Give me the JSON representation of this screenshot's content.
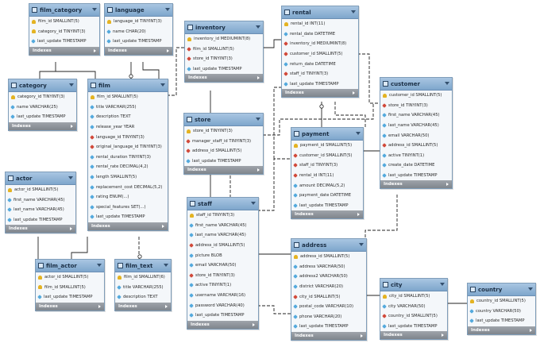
{
  "footer_label": "Indexes",
  "tables": [
    {
      "id": "film_category",
      "name": "film_category",
      "columns": [
        {
          "text": "film_id SMALLINT(5)",
          "kind": "key"
        },
        {
          "text": "category_id TINYINT(3)",
          "kind": "key"
        },
        {
          "text": "last_update TIMESTAMP",
          "kind": "col"
        }
      ]
    },
    {
      "id": "language",
      "name": "language",
      "columns": [
        {
          "text": "language_id TINYINT(3)",
          "kind": "key"
        },
        {
          "text": "name CHAR(20)",
          "kind": "col"
        },
        {
          "text": "last_update TIMESTAMP",
          "kind": "col"
        }
      ]
    },
    {
      "id": "inventory",
      "name": "inventory",
      "columns": [
        {
          "text": "inventory_id MEDIUMINT(8)",
          "kind": "key"
        },
        {
          "text": "film_id SMALLINT(5)",
          "kind": "fk"
        },
        {
          "text": "store_id TINYINT(3)",
          "kind": "fk"
        },
        {
          "text": "last_update TIMESTAMP",
          "kind": "col"
        }
      ]
    },
    {
      "id": "rental",
      "name": "rental",
      "columns": [
        {
          "text": "rental_id INT(11)",
          "kind": "key"
        },
        {
          "text": "rental_date DATETIME",
          "kind": "col"
        },
        {
          "text": "inventory_id MEDIUMINT(8)",
          "kind": "fk"
        },
        {
          "text": "customer_id SMALLINT(5)",
          "kind": "fk"
        },
        {
          "text": "return_date DATETIME",
          "kind": "col"
        },
        {
          "text": "staff_id TINYINT(3)",
          "kind": "fk"
        },
        {
          "text": "last_update TIMESTAMP",
          "kind": "col"
        }
      ]
    },
    {
      "id": "category",
      "name": "category",
      "columns": [
        {
          "text": "category_id TINYINT(3)",
          "kind": "key"
        },
        {
          "text": "name VARCHAR(25)",
          "kind": "col"
        },
        {
          "text": "last_update TIMESTAMP",
          "kind": "col"
        }
      ]
    },
    {
      "id": "film",
      "name": "film",
      "columns": [
        {
          "text": "film_id SMALLINT(5)",
          "kind": "key"
        },
        {
          "text": "title VARCHAR(255)",
          "kind": "col"
        },
        {
          "text": "description TEXT",
          "kind": "col"
        },
        {
          "text": "release_year YEAR",
          "kind": "col"
        },
        {
          "text": "language_id TINYINT(3)",
          "kind": "fk"
        },
        {
          "text": "original_language_id TINYINT(3)",
          "kind": "fk"
        },
        {
          "text": "rental_duration TINYINT(3)",
          "kind": "col"
        },
        {
          "text": "rental_rate DECIMAL(4,2)",
          "kind": "col"
        },
        {
          "text": "length SMALLINT(5)",
          "kind": "col"
        },
        {
          "text": "replacement_cost DECIMAL(5,2)",
          "kind": "col"
        },
        {
          "text": "rating ENUM(...)",
          "kind": "col"
        },
        {
          "text": "special_features SET(...)",
          "kind": "col"
        },
        {
          "text": "last_update TIMESTAMP",
          "kind": "col"
        }
      ]
    },
    {
      "id": "customer",
      "name": "customer",
      "columns": [
        {
          "text": "customer_id SMALLINT(5)",
          "kind": "key"
        },
        {
          "text": "store_id TINYINT(3)",
          "kind": "fk"
        },
        {
          "text": "first_name VARCHAR(45)",
          "kind": "col"
        },
        {
          "text": "last_name VARCHAR(45)",
          "kind": "col"
        },
        {
          "text": "email VARCHAR(50)",
          "kind": "col"
        },
        {
          "text": "address_id SMALLINT(5)",
          "kind": "fk"
        },
        {
          "text": "active TINYINT(1)",
          "kind": "col"
        },
        {
          "text": "create_date DATETIME",
          "kind": "col"
        },
        {
          "text": "last_update TIMESTAMP",
          "kind": "col"
        }
      ]
    },
    {
      "id": "store",
      "name": "store",
      "columns": [
        {
          "text": "store_id TINYINT(3)",
          "kind": "key"
        },
        {
          "text": "manager_staff_id TINYINT(3)",
          "kind": "fk"
        },
        {
          "text": "address_id SMALLINT(5)",
          "kind": "fk"
        },
        {
          "text": "last_update TIMESTAMP",
          "kind": "col"
        }
      ]
    },
    {
      "id": "payment",
      "name": "payment",
      "columns": [
        {
          "text": "payment_id SMALLINT(5)",
          "kind": "key"
        },
        {
          "text": "customer_id SMALLINT(5)",
          "kind": "fk"
        },
        {
          "text": "staff_id TINYINT(3)",
          "kind": "fk"
        },
        {
          "text": "rental_id INT(11)",
          "kind": "fk"
        },
        {
          "text": "amount DECIMAL(5,2)",
          "kind": "col"
        },
        {
          "text": "payment_date DATETIME",
          "kind": "col"
        },
        {
          "text": "last_update TIMESTAMP",
          "kind": "col"
        }
      ]
    },
    {
      "id": "actor",
      "name": "actor",
      "columns": [
        {
          "text": "actor_id SMALLINT(5)",
          "kind": "key"
        },
        {
          "text": "first_name VARCHAR(45)",
          "kind": "col"
        },
        {
          "text": "last_name VARCHAR(45)",
          "kind": "col"
        },
        {
          "text": "last_update TIMESTAMP",
          "kind": "col"
        }
      ]
    },
    {
      "id": "staff",
      "name": "staff",
      "columns": [
        {
          "text": "staff_id TINYINT(3)",
          "kind": "key"
        },
        {
          "text": "first_name VARCHAR(45)",
          "kind": "col"
        },
        {
          "text": "last_name VARCHAR(45)",
          "kind": "col"
        },
        {
          "text": "address_id SMALLINT(5)",
          "kind": "fk"
        },
        {
          "text": "picture BLOB",
          "kind": "col"
        },
        {
          "text": "email VARCHAR(50)",
          "kind": "col"
        },
        {
          "text": "store_id TINYINT(3)",
          "kind": "fk"
        },
        {
          "text": "active TINYINT(1)",
          "kind": "col"
        },
        {
          "text": "username VARCHAR(16)",
          "kind": "col"
        },
        {
          "text": "password VARCHAR(40)",
          "kind": "col"
        },
        {
          "text": "last_update TIMESTAMP",
          "kind": "col"
        }
      ]
    },
    {
      "id": "address",
      "name": "address",
      "columns": [
        {
          "text": "address_id SMALLINT(5)",
          "kind": "key"
        },
        {
          "text": "address VARCHAR(50)",
          "kind": "col"
        },
        {
          "text": "address2 VARCHAR(50)",
          "kind": "col"
        },
        {
          "text": "district VARCHAR(20)",
          "kind": "col"
        },
        {
          "text": "city_id SMALLINT(5)",
          "kind": "fk"
        },
        {
          "text": "postal_code VARCHAR(10)",
          "kind": "col"
        },
        {
          "text": "phone VARCHAR(20)",
          "kind": "col"
        },
        {
          "text": "last_update TIMESTAMP",
          "kind": "col"
        }
      ]
    },
    {
      "id": "film_actor",
      "name": "film_actor",
      "columns": [
        {
          "text": "actor_id SMALLINT(5)",
          "kind": "key"
        },
        {
          "text": "film_id SMALLINT(5)",
          "kind": "key"
        },
        {
          "text": "last_update TIMESTAMP",
          "kind": "col"
        }
      ]
    },
    {
      "id": "film_text",
      "name": "film_text",
      "columns": [
        {
          "text": "film_id SMALLINT(6)",
          "kind": "key"
        },
        {
          "text": "title VARCHAR(255)",
          "kind": "col"
        },
        {
          "text": "description TEXT",
          "kind": "col"
        }
      ]
    },
    {
      "id": "city",
      "name": "city",
      "columns": [
        {
          "text": "city_id SMALLINT(5)",
          "kind": "key"
        },
        {
          "text": "city VARCHAR(50)",
          "kind": "col"
        },
        {
          "text": "country_id SMALLINT(5)",
          "kind": "fk"
        },
        {
          "text": "last_update TIMESTAMP",
          "kind": "col"
        }
      ]
    },
    {
      "id": "country",
      "name": "country",
      "columns": [
        {
          "text": "country_id SMALLINT(5)",
          "kind": "key"
        },
        {
          "text": "country VARCHAR(50)",
          "kind": "col"
        },
        {
          "text": "last_update TIMESTAMP",
          "kind": "col"
        }
      ]
    }
  ]
}
